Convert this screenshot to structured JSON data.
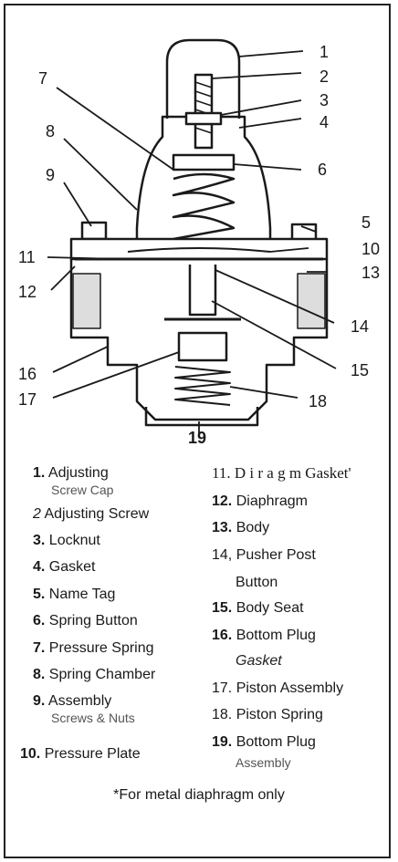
{
  "callouts": [
    "1",
    "2",
    "3",
    "4",
    "5",
    "6",
    "7",
    "8",
    "9",
    "10",
    "11",
    "12",
    "13",
    "14",
    "15",
    "16",
    "17",
    "18",
    "19"
  ],
  "parts": [
    {
      "num": "1.",
      "label": "Adjusting",
      "sub": "Screw Cap"
    },
    {
      "num": "2",
      "label": "Adjusting Screw"
    },
    {
      "num": "3.",
      "label": "Locknut"
    },
    {
      "num": "4.",
      "label": "Gasket"
    },
    {
      "num": "5.",
      "label": "Name Tag"
    },
    {
      "num": "6.",
      "label": "Spring Button"
    },
    {
      "num": "7.",
      "label": "Pressure Spring"
    },
    {
      "num": "8.",
      "label": "Spring Chamber"
    },
    {
      "num": "9.",
      "label": "Assembly",
      "sub": "Screws & Nuts"
    },
    {
      "num": "10.",
      "label": "Pressure Plate"
    },
    {
      "num": "11.",
      "label": "D i r a g m Gasket'"
    },
    {
      "num": "12.",
      "label": "Diaphragm"
    },
    {
      "num": "13.",
      "label": "Body"
    },
    {
      "num": "14,",
      "label": "Pusher Post",
      "sub": "Button"
    },
    {
      "num": "15.",
      "label": "Body Seat"
    },
    {
      "num": "16.",
      "label": "Bottom Plug",
      "sub": "Gasket"
    },
    {
      "num": "17.",
      "label": "Piston Assembly"
    },
    {
      "num": "18.",
      "label": "Piston Spring"
    },
    {
      "num": "19.",
      "label": "Bottom Plug",
      "sub": "Assembly"
    }
  ],
  "footnote": "*For metal diaphragm only"
}
